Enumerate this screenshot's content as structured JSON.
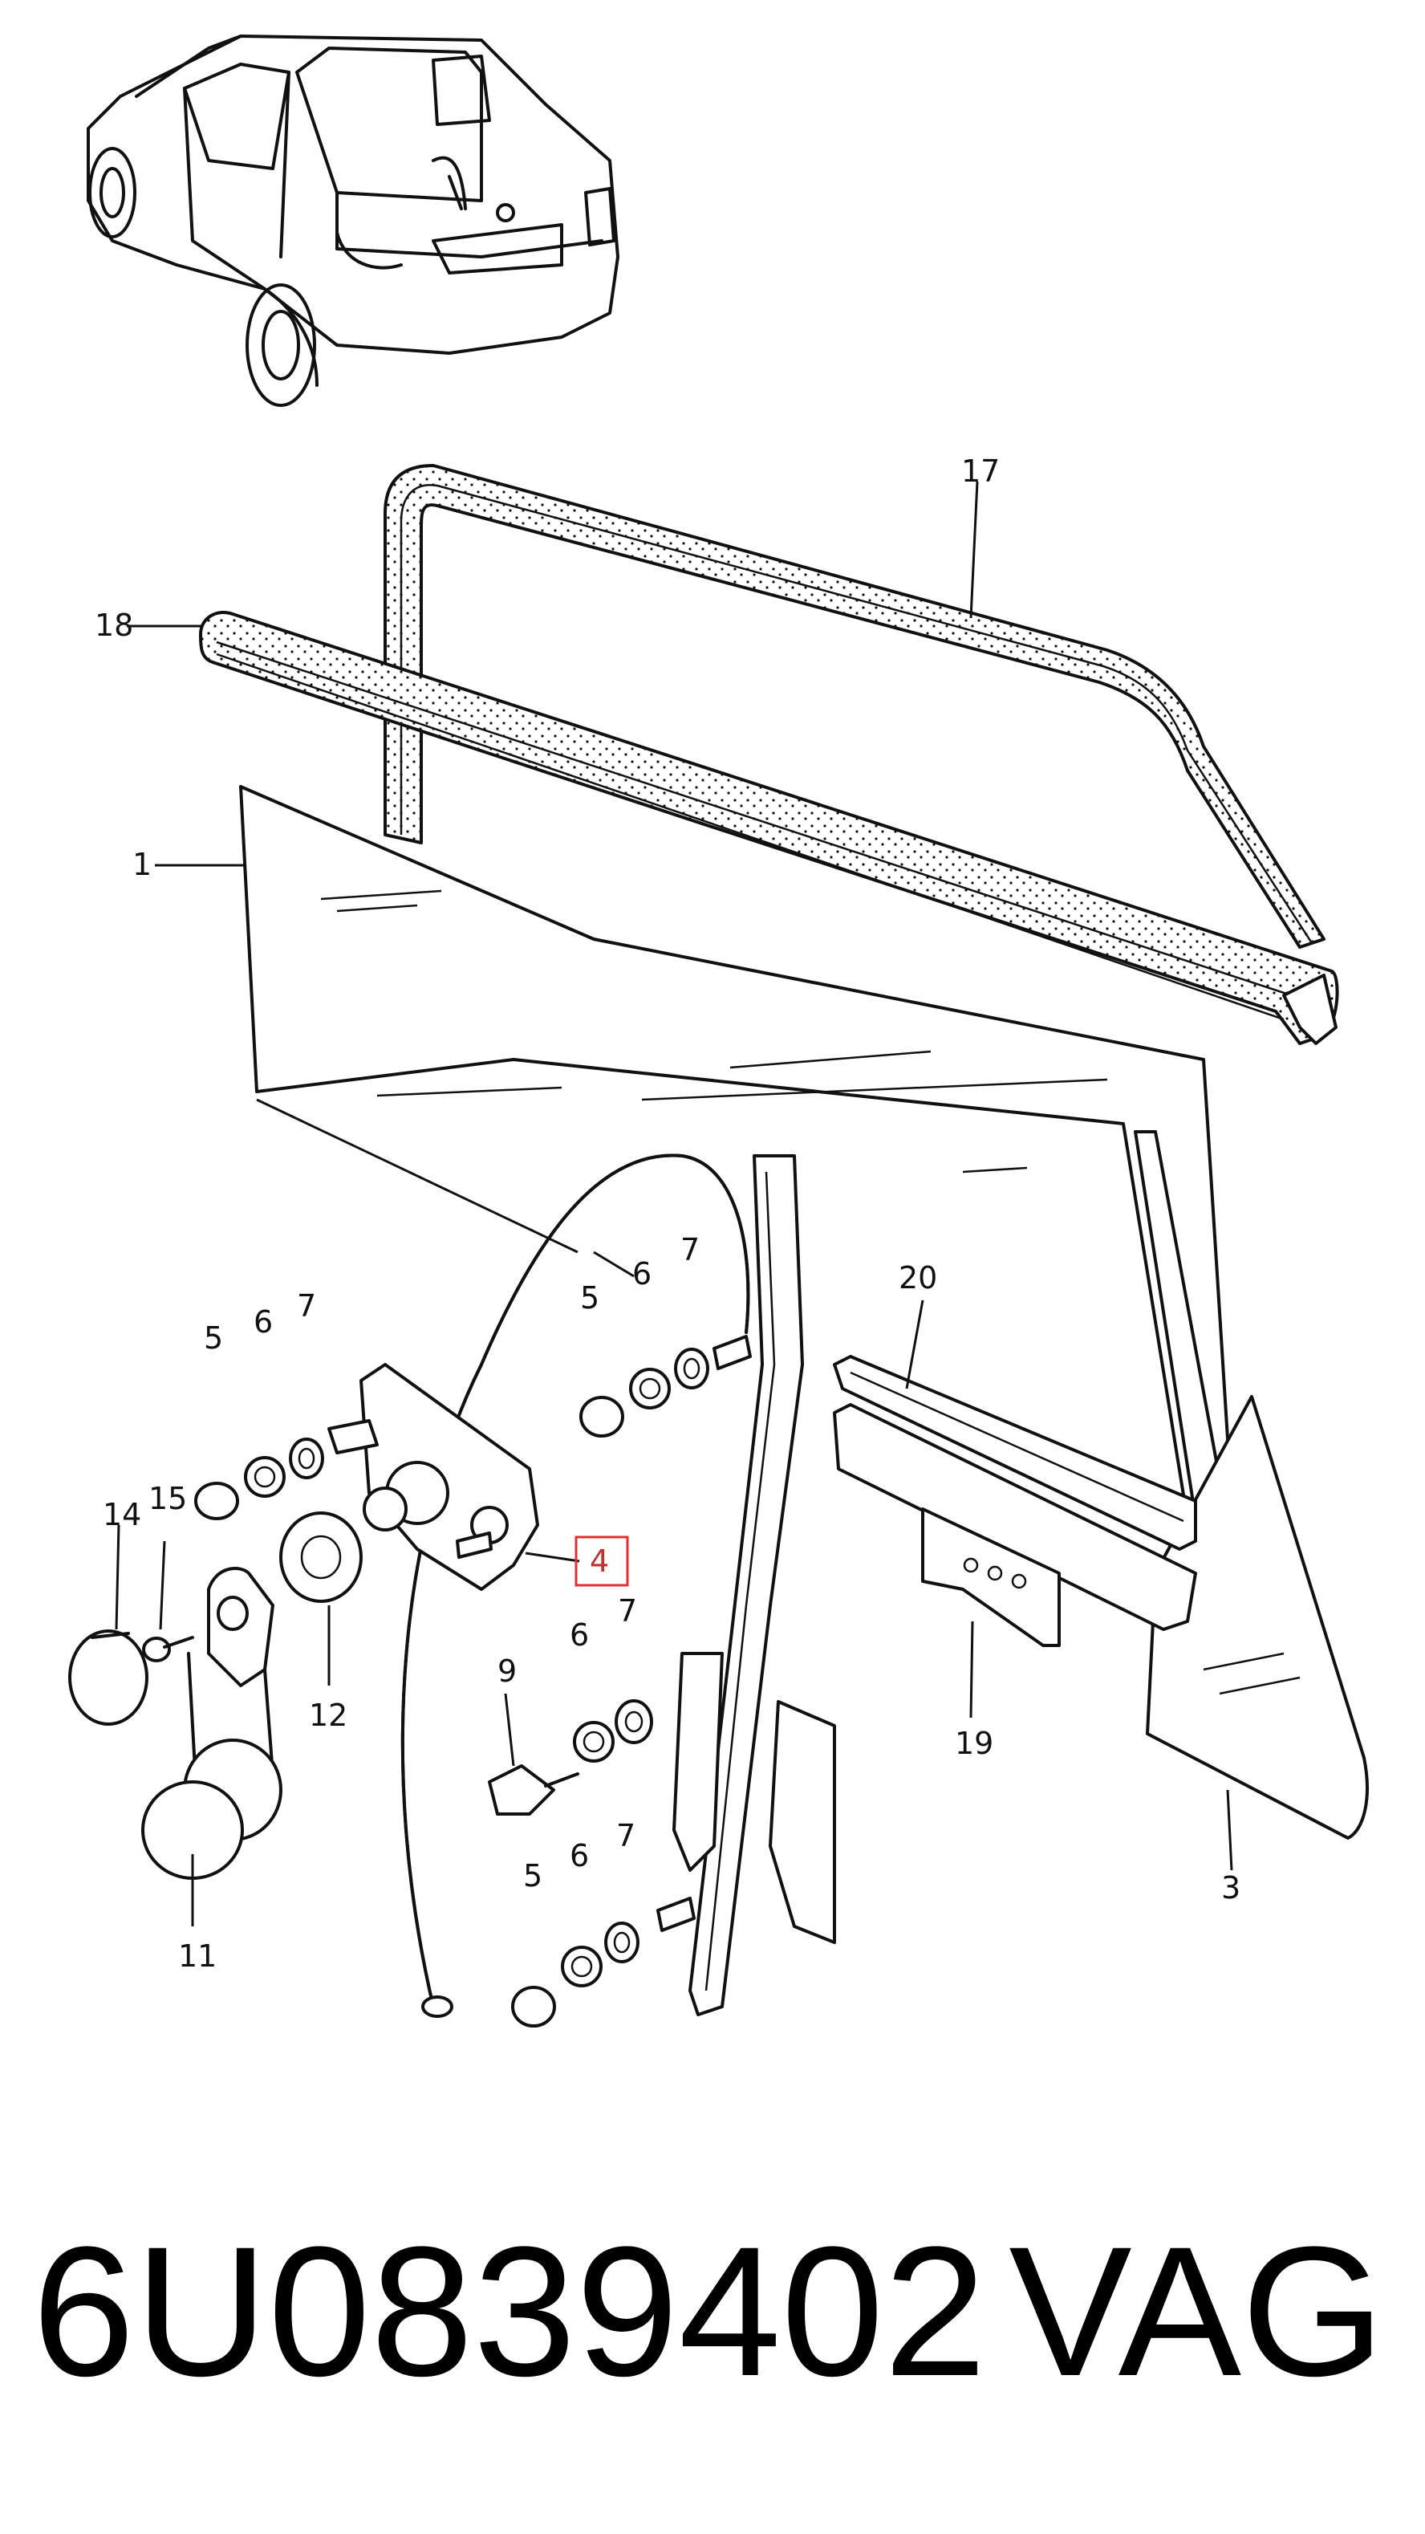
{
  "diagram": {
    "callouts": [
      {
        "id": "17",
        "label": "17"
      },
      {
        "id": "18",
        "label": "18"
      },
      {
        "id": "1",
        "label": "1"
      },
      {
        "id": "5a",
        "label": "5"
      },
      {
        "id": "6a",
        "label": "6"
      },
      {
        "id": "7a",
        "label": "7"
      },
      {
        "id": "5b",
        "label": "5"
      },
      {
        "id": "6b",
        "label": "6"
      },
      {
        "id": "7b",
        "label": "7"
      },
      {
        "id": "20",
        "label": "20"
      },
      {
        "id": "14",
        "label": "14"
      },
      {
        "id": "15",
        "label": "15"
      },
      {
        "id": "4",
        "label": "4"
      },
      {
        "id": "12",
        "label": "12"
      },
      {
        "id": "9",
        "label": "9"
      },
      {
        "id": "6c",
        "label": "6"
      },
      {
        "id": "7c",
        "label": "7"
      },
      {
        "id": "19",
        "label": "19"
      },
      {
        "id": "3",
        "label": "3"
      },
      {
        "id": "11",
        "label": "11"
      },
      {
        "id": "5d",
        "label": "5"
      },
      {
        "id": "6d",
        "label": "6"
      },
      {
        "id": "7d",
        "label": "7"
      }
    ],
    "highlight_color": "#e03030"
  },
  "footer": {
    "part_number": "6U0839402",
    "brand": "VAG"
  }
}
